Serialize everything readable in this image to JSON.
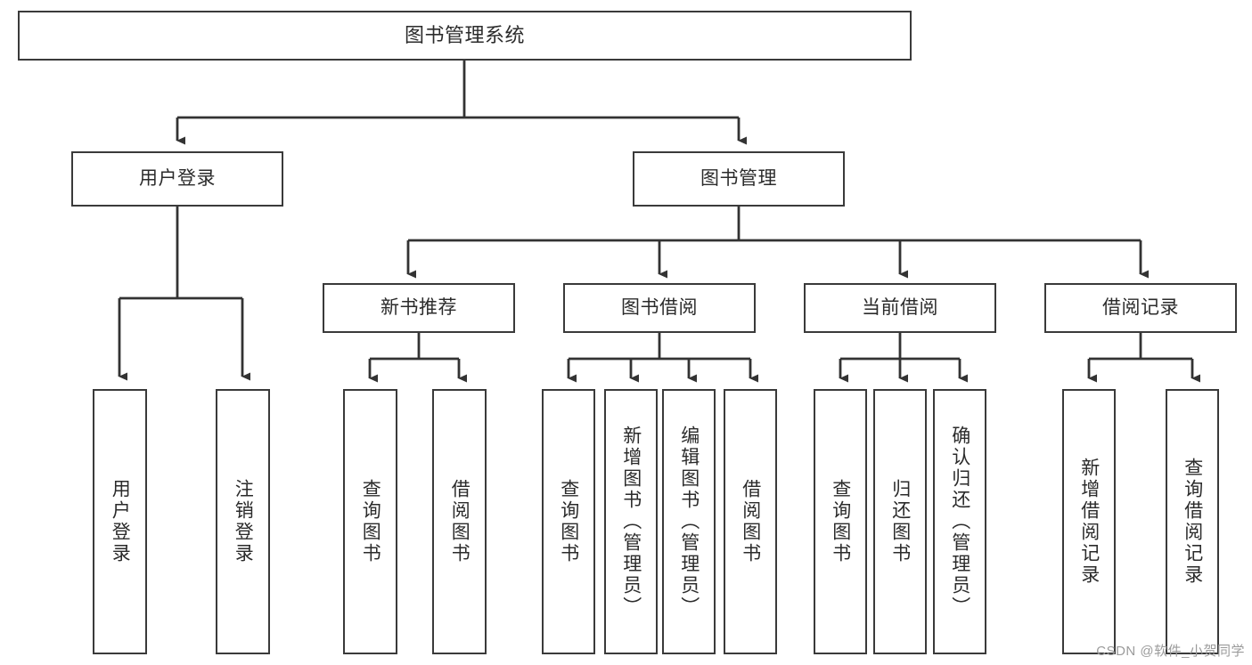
{
  "diagram": {
    "type": "tree",
    "title": "图书管理系统",
    "watermark": "CSDN @软件_小贺同学",
    "colors": {
      "box_border": "#3a3a3a",
      "box_fill": "#ffffff",
      "text": "#2b2b2b",
      "line": "#333333",
      "watermark": "#9b9b9b"
    },
    "nodes": {
      "root": {
        "label": "图书管理系统",
        "level": 1,
        "orientation": "horizontal"
      },
      "l2": [
        {
          "id": "user-login",
          "label": "用户登录",
          "level": 2,
          "orientation": "horizontal"
        },
        {
          "id": "book-manage",
          "label": "图书管理",
          "level": 2,
          "orientation": "horizontal"
        }
      ],
      "l3": [
        {
          "id": "new-book-rec",
          "label": "新书推荐",
          "level": 3,
          "orientation": "horizontal",
          "parent": "book-manage"
        },
        {
          "id": "book-borrow",
          "label": "图书借阅",
          "level": 3,
          "orientation": "horizontal",
          "parent": "book-manage"
        },
        {
          "id": "current-borrow",
          "label": "当前借阅",
          "level": 3,
          "orientation": "horizontal",
          "parent": "book-manage"
        },
        {
          "id": "borrow-record",
          "label": "借阅记录",
          "level": 3,
          "orientation": "horizontal",
          "parent": "book-manage"
        }
      ],
      "leaves": [
        {
          "id": "leaf-user-login",
          "label": "用户登录",
          "parent": "user-login",
          "orientation": "vertical"
        },
        {
          "id": "leaf-logout",
          "label": "注销登录",
          "parent": "user-login",
          "orientation": "vertical"
        },
        {
          "id": "leaf-query-book-1",
          "label": "查询图书",
          "parent": "new-book-rec",
          "orientation": "vertical"
        },
        {
          "id": "leaf-borrow-book-1",
          "label": "借阅图书",
          "parent": "new-book-rec",
          "orientation": "vertical"
        },
        {
          "id": "leaf-query-book-2",
          "label": "查询图书",
          "parent": "book-borrow",
          "orientation": "vertical"
        },
        {
          "id": "leaf-add-book",
          "label": "新增图书（管理员）",
          "parent": "book-borrow",
          "orientation": "vertical"
        },
        {
          "id": "leaf-edit-book",
          "label": "编辑图书（管理员）",
          "parent": "book-borrow",
          "orientation": "vertical"
        },
        {
          "id": "leaf-borrow-book-2",
          "label": "借阅图书",
          "parent": "book-borrow",
          "orientation": "vertical"
        },
        {
          "id": "leaf-query-book-3",
          "label": "查询图书",
          "parent": "current-borrow",
          "orientation": "vertical"
        },
        {
          "id": "leaf-return-book",
          "label": "归还图书",
          "parent": "current-borrow",
          "orientation": "vertical"
        },
        {
          "id": "leaf-confirm-return",
          "label": "确认归还（管理员）",
          "parent": "current-borrow",
          "orientation": "vertical"
        },
        {
          "id": "leaf-add-record",
          "label": "新增借阅记录",
          "parent": "borrow-record",
          "orientation": "vertical"
        },
        {
          "id": "leaf-query-record",
          "label": "查询借阅记录",
          "parent": "borrow-record",
          "orientation": "vertical"
        }
      ]
    }
  }
}
